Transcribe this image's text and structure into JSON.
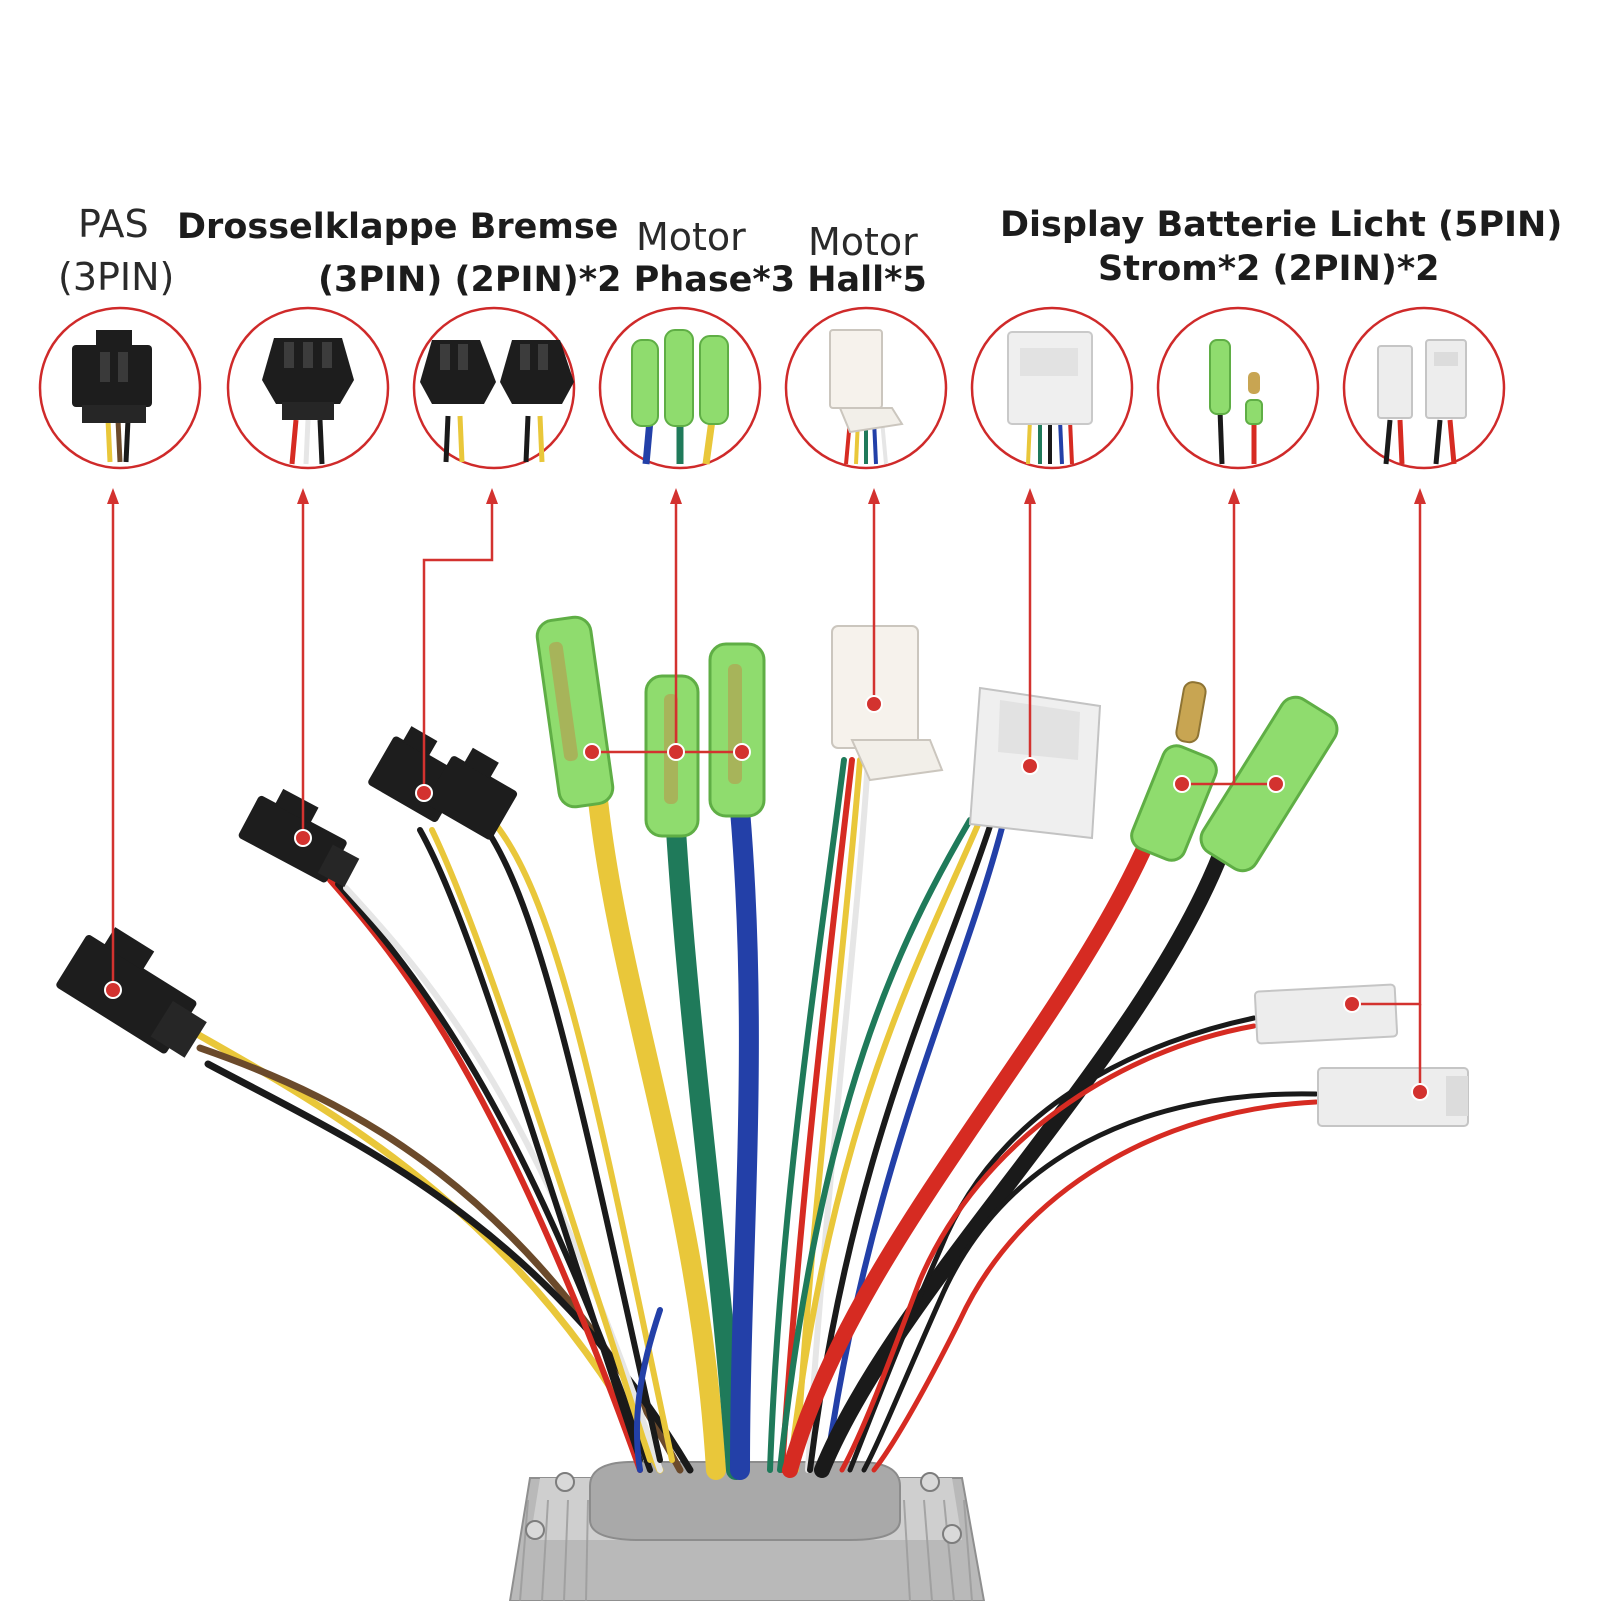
{
  "labels": {
    "pas_line1": "PAS",
    "pas_line2": "(3PIN)",
    "line1_a": "Drosselklappe Bremse",
    "motor_a": "Motor",
    "motor_b": "Motor",
    "line2_a": "(3PIN) (2PIN)*2 Phase*3 Hall*5",
    "right_line1": "Display Batterie Licht (5PIN)",
    "right_line2": "Strom*2 (2PIN)*2"
  },
  "connectors": [
    {
      "id": "pas",
      "name": "PAS (3PIN)"
    },
    {
      "id": "throttle",
      "name": "Drosselklappe (3PIN)"
    },
    {
      "id": "brake",
      "name": "Bremse (2PIN)*2"
    },
    {
      "id": "motor-phase",
      "name": "Motor Phase*3"
    },
    {
      "id": "motor-hall",
      "name": "Motor Hall*5"
    },
    {
      "id": "display",
      "name": "Display (5PIN)"
    },
    {
      "id": "battery",
      "name": "Batterie Strom*2"
    },
    {
      "id": "light",
      "name": "Licht (2PIN)*2"
    }
  ],
  "colors": {
    "accent_red": "#d3322f",
    "ring_red": "#cf2a2a",
    "wire_yellow": "#e9c73a",
    "wire_green": "#1f7a5a",
    "wire_blue": "#2340a8",
    "wire_red": "#d62b22",
    "wire_black": "#1a1a1a",
    "wire_white": "#e6e6e6",
    "connector_black": "#1d1d1d",
    "connector_white": "#efefef",
    "sleeve_green": "#8fdc6e",
    "housing_gray": "#b8b8b8"
  }
}
